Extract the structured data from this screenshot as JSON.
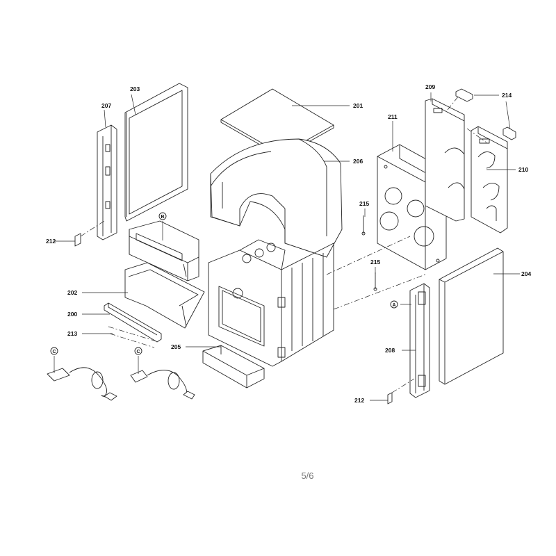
{
  "parts": [
    {
      "id": "p201",
      "number": "201"
    },
    {
      "id": "p206",
      "number": "206"
    },
    {
      "id": "p203",
      "number": "203"
    },
    {
      "id": "p207",
      "number": "207"
    },
    {
      "id": "p212a",
      "number": "212"
    },
    {
      "id": "p202",
      "number": "202"
    },
    {
      "id": "p200",
      "number": "200"
    },
    {
      "id": "p213",
      "number": "213"
    },
    {
      "id": "p205",
      "number": "205"
    },
    {
      "id": "p209",
      "number": "209"
    },
    {
      "id": "p211",
      "number": "211"
    },
    {
      "id": "p214",
      "number": "214"
    },
    {
      "id": "p210",
      "number": "210"
    },
    {
      "id": "p215a",
      "number": "215"
    },
    {
      "id": "p215b",
      "number": "215"
    },
    {
      "id": "p204",
      "number": "204"
    },
    {
      "id": "p208",
      "number": "208"
    },
    {
      "id": "p212b",
      "number": "212"
    }
  ],
  "markers": [
    {
      "id": "mB",
      "letter": "B"
    },
    {
      "id": "mA",
      "letter": "A"
    },
    {
      "id": "mC1",
      "letter": "C"
    },
    {
      "id": "mC2",
      "letter": "C"
    }
  ],
  "page_indicator": "5/6"
}
